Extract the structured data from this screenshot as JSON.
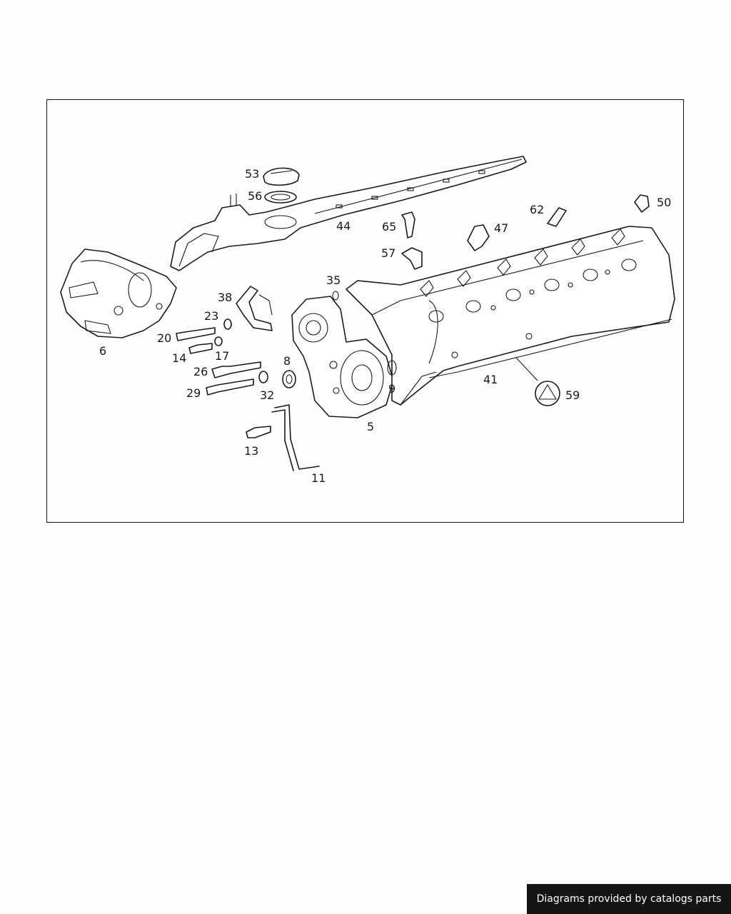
{
  "callouts": {
    "c53": "53",
    "c56": "56",
    "c44": "44",
    "c65": "65",
    "c62": "62",
    "c50": "50",
    "c47": "47",
    "c57": "57",
    "c35": "35",
    "c38": "38",
    "c23": "23",
    "c20": "20",
    "c14": "14",
    "c17": "17",
    "c6": "6",
    "c26": "26",
    "c8": "8",
    "c29": "29",
    "c32": "32",
    "c9": "9",
    "c5": "5",
    "c41": "41",
    "c59": "59",
    "c13": "13",
    "c11": "11"
  },
  "footer": {
    "credit": "Diagrams provided by catalogs parts"
  }
}
